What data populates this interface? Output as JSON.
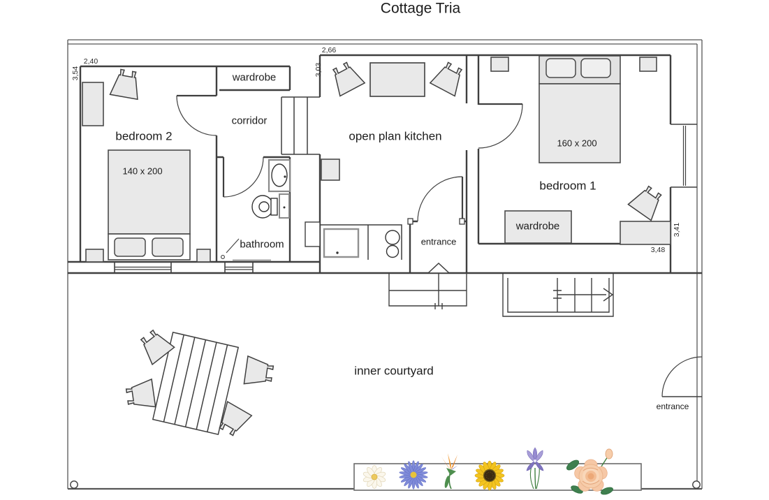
{
  "title": "Cottage Tria",
  "rooms": {
    "bedroom2": {
      "name": "bedroom 2",
      "bed_size": "140 x 200",
      "width_m": "2,40",
      "depth_m": "3,54"
    },
    "wardrobe_nook": {
      "name": "wardrobe"
    },
    "corridor": {
      "name": "corridor"
    },
    "bathroom": {
      "name": "bathroom"
    },
    "kitchen": {
      "name": "open plan kitchen",
      "width_m": "2,66",
      "depth_m": "3,03"
    },
    "entrance_hall": {
      "name": "entrance"
    },
    "bedroom1": {
      "name": "bedroom 1",
      "bed_size": "160 x 200",
      "wardrobe_label": "wardrobe",
      "width_m": "3,48",
      "depth_m": "3,41"
    },
    "courtyard": {
      "name": "inner courtyard",
      "side_entrance": "entrance"
    }
  },
  "garden_flowers": [
    "daisy",
    "aster",
    "bird-of-paradise",
    "sunflower",
    "iris",
    "rose"
  ],
  "colors": {
    "wall": "#3f3f3f",
    "boundary": "#565656",
    "furniture_fill": "#e9e9e9",
    "text": "#1c1c1c",
    "flower_aster": "#7f8bd9",
    "flower_sunflower": "#f3c41f",
    "flower_rose": "#f7cdab"
  }
}
